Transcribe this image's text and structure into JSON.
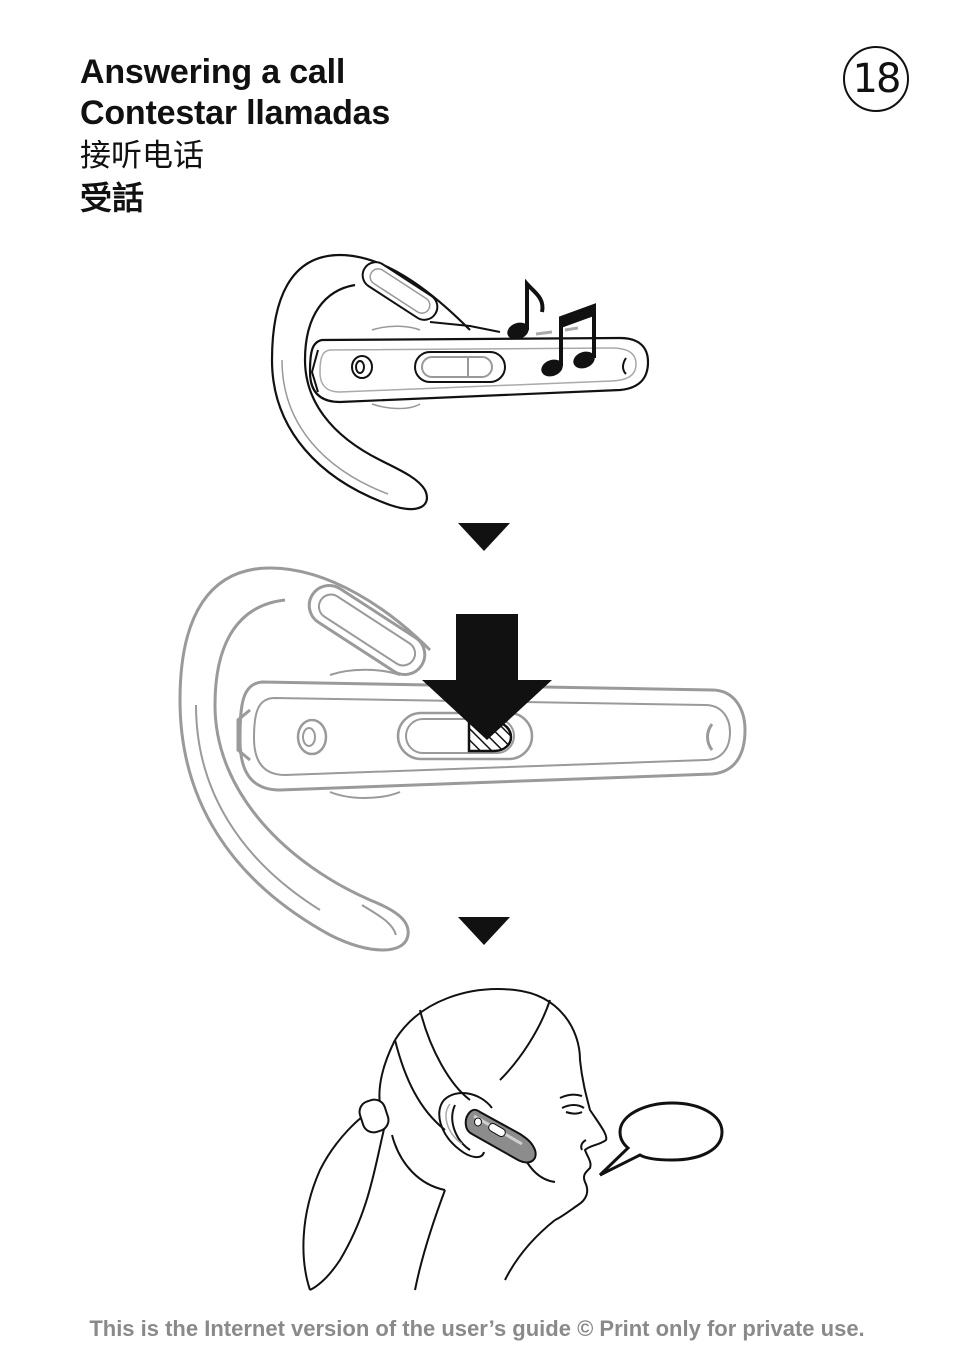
{
  "page": {
    "number": "18",
    "titles": {
      "english": "Answering a call",
      "spanish": "Contestar llamadas",
      "chinese_simplified": "接听电话",
      "japanese": "受話"
    },
    "footer": "This is the Internet version of the user’s guide © Print only for private use."
  },
  "illustration": {
    "steps": [
      "headset-ringing",
      "press-answer-button",
      "talk-to-caller"
    ],
    "icons": [
      "music-notes-icon",
      "down-arrow-icon",
      "press-arrow-icon",
      "speech-bubble-icon"
    ],
    "colors": {
      "line": "#111111",
      "outline_grey": "#9a9a9a",
      "fill_grey": "#e6e6e6"
    }
  }
}
